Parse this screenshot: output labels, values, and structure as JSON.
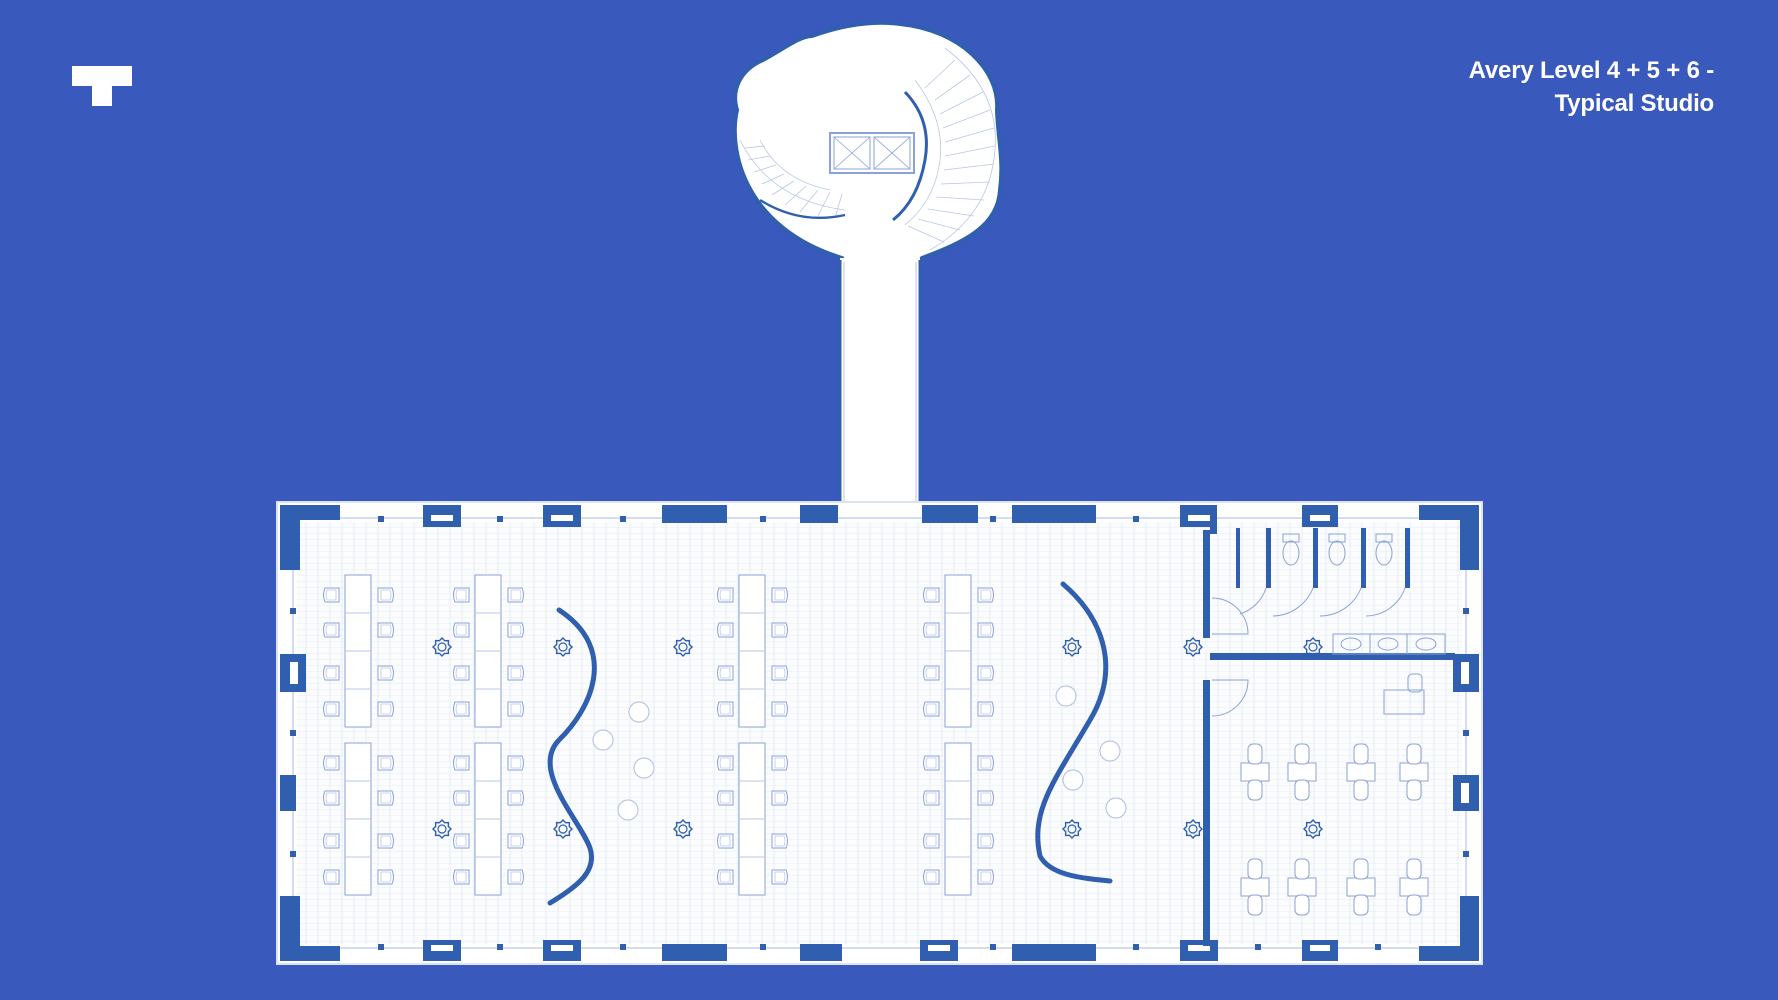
{
  "title": {
    "line1": "Avery Level 4 + 5 + 6 -",
    "line2": "Typical Studio"
  },
  "colors": {
    "background": "#3a59bd",
    "paper": "#ffffff",
    "wall": "#2f5fae",
    "furniture_line": "#8aa2d8",
    "hatch": "#e4e8f0"
  },
  "icons": {
    "logo": "checker-logo",
    "column": "column-star-icon",
    "stair": "spiral-stair-icon",
    "elevator": "elevator-icon"
  }
}
